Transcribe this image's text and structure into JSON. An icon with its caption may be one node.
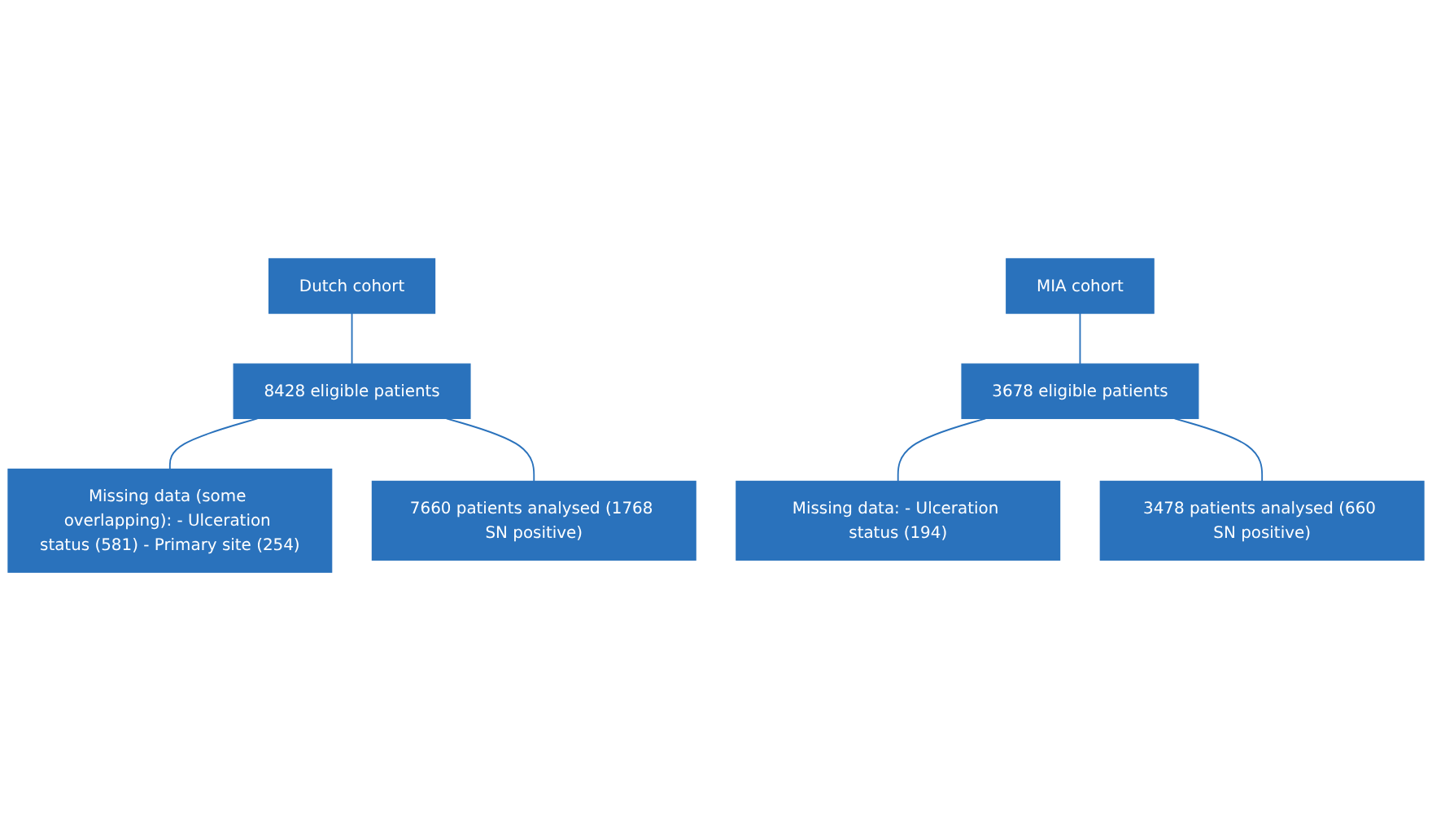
{
  "diagram": {
    "nodes": [
      {
        "text": [
          "Dutch cohort"
        ]
      },
      {
        "text": [
          "8428 eligible patients"
        ]
      },
      {
        "text": [
          "Missing data (some overlapping): - Ulceration status (581) - Primary site (254)"
        ]
      },
      {
        "text": [
          "7660 patients analysed (1768 SN positive)"
        ]
      },
      {
        "text": [
          "MIA cohort"
        ]
      },
      {
        "text": [
          "3678 eligible patients"
        ]
      },
      {
        "text": [
          "Missing data: - Ulceration status (194)"
        ]
      },
      {
        "text": [
          "3478 patients analysed (660 SN positive)"
        ]
      }
    ],
    "edges": [
      {
        "from": 0,
        "to": 1,
        "arrow": "none"
      },
      {
        "from": 1,
        "to": 2,
        "arrow": "none"
      },
      {
        "from": 1,
        "to": 3,
        "arrow": "none"
      },
      {
        "from": 4,
        "to": 5,
        "arrow": "none"
      },
      {
        "from": 5,
        "to": 6,
        "arrow": "none"
      },
      {
        "from": 5,
        "to": 7,
        "arrow": "none"
      }
    ]
  }
}
